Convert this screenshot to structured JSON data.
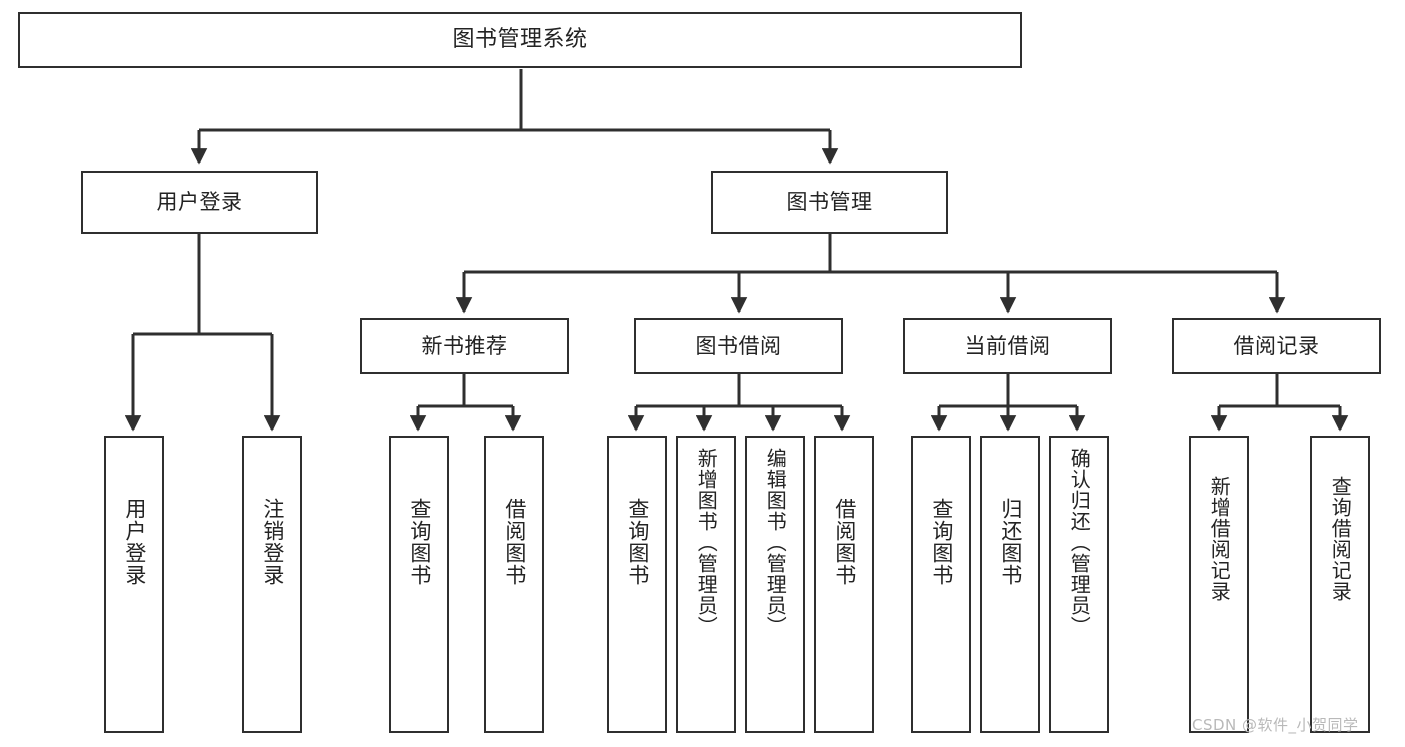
{
  "diagram": {
    "title": "图书管理系统",
    "type": "tree",
    "orientation": "top-down",
    "colors": {
      "stroke": "#2f2f2f",
      "fill": "#ffffff",
      "text": "#232323",
      "watermark": "#b9b9b9"
    },
    "root": {
      "id": "root",
      "label": "图书管理系统"
    },
    "level1": [
      {
        "id": "user-login",
        "label": "用户登录"
      },
      {
        "id": "book-manage",
        "label": "图书管理"
      }
    ],
    "level2": [
      {
        "id": "new-book-rec",
        "label": "新书推荐",
        "parent": "book-manage"
      },
      {
        "id": "book-borrow",
        "label": "图书借阅",
        "parent": "book-manage"
      },
      {
        "id": "current-borrow",
        "label": "当前借阅",
        "parent": "book-manage"
      },
      {
        "id": "borrow-record",
        "label": "借阅记录",
        "parent": "book-manage"
      }
    ],
    "leaves": [
      {
        "id": "leaf-user-login",
        "label": "用户登录",
        "parent": "user-login"
      },
      {
        "id": "leaf-user-logout",
        "label": "注销登录",
        "parent": "user-login"
      },
      {
        "id": "leaf-query-book-1",
        "label": "查询图书",
        "parent": "new-book-rec"
      },
      {
        "id": "leaf-borrow-book-1",
        "label": "借阅图书",
        "parent": "new-book-rec"
      },
      {
        "id": "leaf-query-book-2",
        "label": "查询图书",
        "parent": "book-borrow"
      },
      {
        "id": "leaf-add-book",
        "label": "新增图书（管理员）",
        "parent": "book-borrow"
      },
      {
        "id": "leaf-edit-book",
        "label": "编辑图书（管理员）",
        "parent": "book-borrow"
      },
      {
        "id": "leaf-borrow-book-2",
        "label": "借阅图书",
        "parent": "book-borrow"
      },
      {
        "id": "leaf-query-book-3",
        "label": "查询图书",
        "parent": "current-borrow"
      },
      {
        "id": "leaf-return-book",
        "label": "归还图书",
        "parent": "current-borrow"
      },
      {
        "id": "leaf-confirm-return",
        "label": "确认归还（管理员）",
        "parent": "current-borrow"
      },
      {
        "id": "leaf-add-record",
        "label": "新增借阅记录",
        "parent": "borrow-record"
      },
      {
        "id": "leaf-query-record",
        "label": "查询借阅记录",
        "parent": "borrow-record"
      }
    ]
  },
  "watermark": {
    "text": "CSDN @软件_小贺同学"
  }
}
